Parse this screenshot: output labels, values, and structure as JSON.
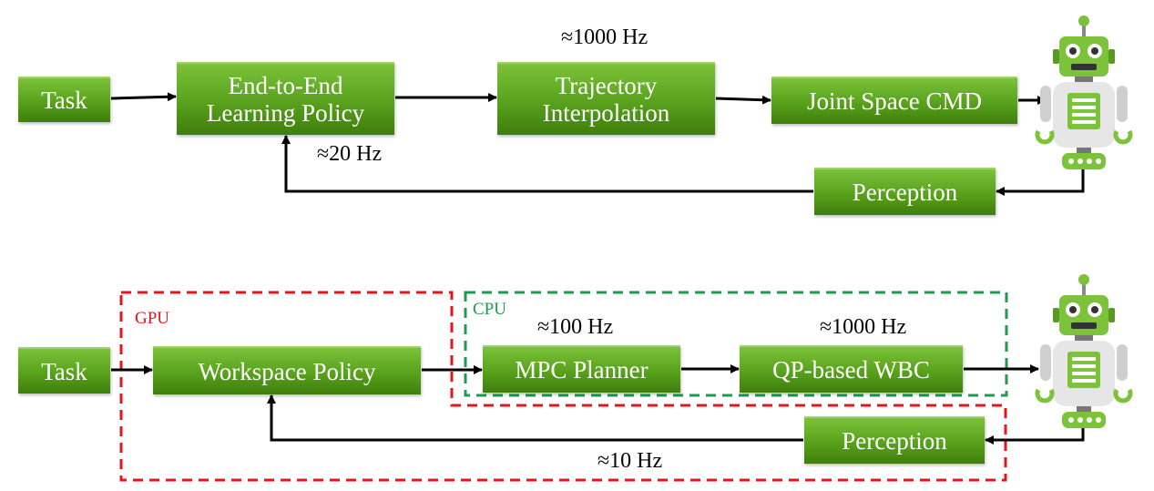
{
  "top": {
    "task": "Task",
    "policy": "End-to-End\nLearning Policy",
    "interp": "Trajectory\nInterpolation",
    "joint_cmd": "Joint Space CMD",
    "perception": "Perception",
    "freq_interp": "≈1000 Hz",
    "freq_policy": "≈20 Hz"
  },
  "bottom": {
    "task": "Task",
    "workspace_policy": "Workspace Policy",
    "mpc": "MPC Planner",
    "wbc": "QP-based WBC",
    "perception": "Perception",
    "freq_mpc": "≈100 Hz",
    "freq_wbc": "≈1000 Hz",
    "freq_loop": "≈10 Hz",
    "gpu_label": "GPU",
    "cpu_label": "CPU"
  },
  "colors": {
    "box_green": "#58a11c",
    "gpu_red": "#e4161b",
    "cpu_green": "#1f9a4f",
    "robot_green": "#7cc23a"
  },
  "icons": [
    "robot-icon"
  ]
}
